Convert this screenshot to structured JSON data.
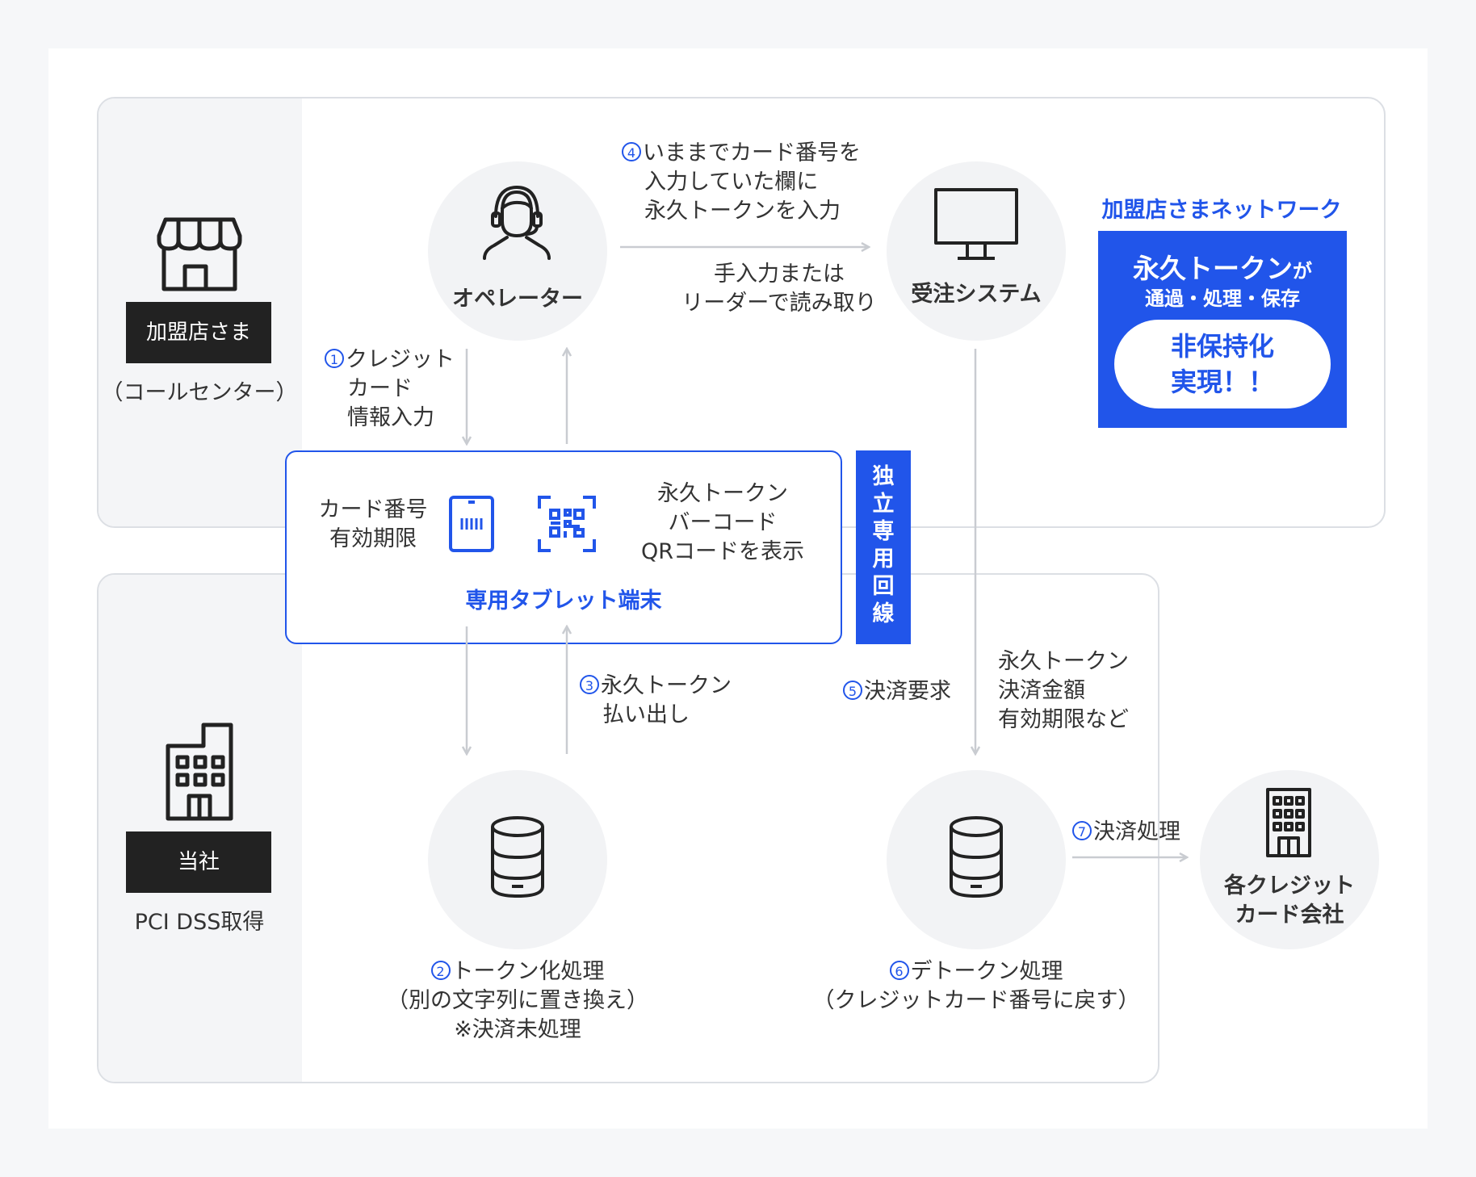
{
  "merchant": {
    "label": "加盟店さま",
    "sublabel": "（コールセンター）"
  },
  "company": {
    "label": "当社",
    "sublabel": "PCI DSS取得"
  },
  "nodes": {
    "operator": "オペレーター",
    "order_system": "受注システム",
    "tokenize": {
      "num": "2",
      "lines": [
        "トークン化処理",
        "（別の文字列に置き換え）",
        "※決済未処理"
      ]
    },
    "detokenize": {
      "num": "6",
      "lines": [
        "デトークン処理",
        "（クレジットカード番号に戻す）"
      ]
    },
    "card_company": [
      "各クレジット",
      "カード会社"
    ]
  },
  "tablet": {
    "title": "専用タブレット端末",
    "left_text": [
      "カード番号",
      "有効期限"
    ],
    "right_text": [
      "永久トークン",
      "バーコード",
      "QRコードを表示"
    ]
  },
  "dedicated_line": [
    "独",
    "立",
    "専",
    "用",
    "回",
    "線"
  ],
  "steps": {
    "s1": {
      "num": "1",
      "lines": [
        "クレジット",
        "カード",
        "情報入力"
      ]
    },
    "s3": {
      "num": "3",
      "lines": [
        "永久トークン",
        "払い出し"
      ]
    },
    "s4": {
      "num": "4",
      "lines": [
        "いままでカード番号を",
        "入力していた欄に",
        "永久トークンを入力"
      ]
    },
    "manual": [
      "手入力または",
      "リーダーで読み取り"
    ],
    "s5": {
      "num": "5",
      "label": "決済要求"
    },
    "s5_detail": [
      "永久トークン",
      "決済金額",
      "有効期限など"
    ],
    "s7": {
      "num": "7",
      "label": "決済処理"
    }
  },
  "network": {
    "title": "加盟店さまネットワーク",
    "headline_main": "永久トークン",
    "headline_suffix": "が",
    "subline": "通過・処理・保存",
    "pill": [
      "非保持化",
      "実現！！"
    ]
  },
  "colors": {
    "accent": "#2155ea",
    "dark": "#222222",
    "arrow": "#c9ccd1",
    "panel_border": "#dcdfe4"
  },
  "icons": [
    "storefront-icon",
    "operator-headset-icon",
    "monitor-icon",
    "office-building-icon",
    "card-reader-icon",
    "qr-code-icon",
    "database-icon",
    "credit-company-building-icon"
  ]
}
